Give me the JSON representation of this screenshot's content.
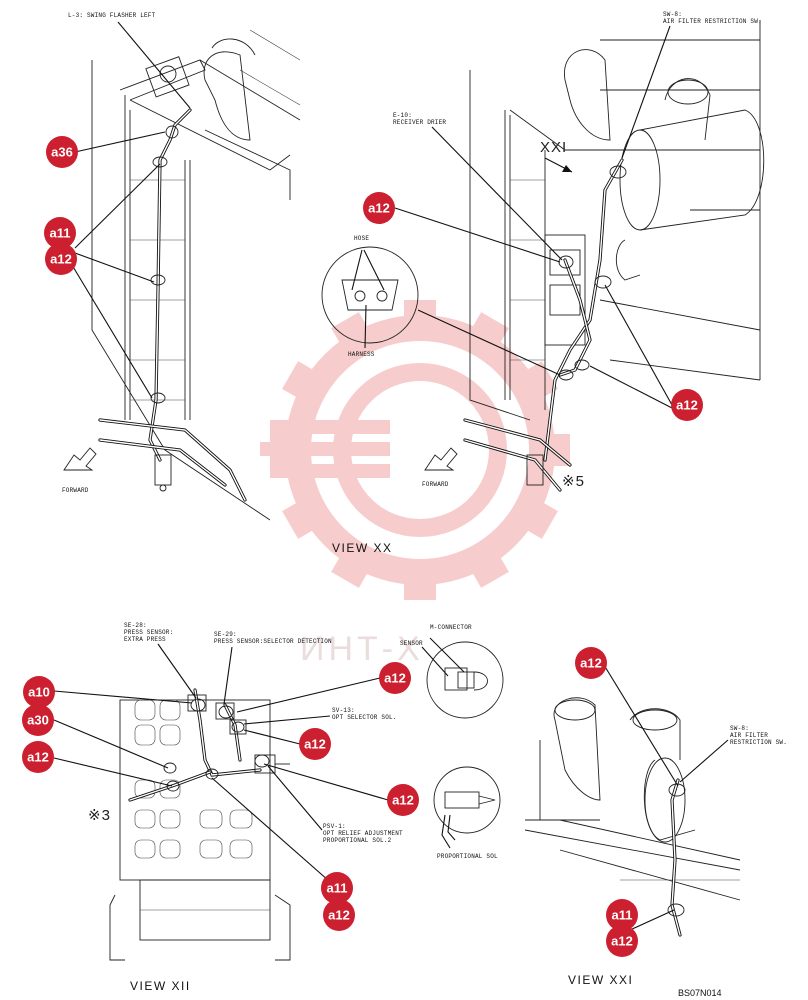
{
  "labels": {
    "l3": "L-3: SWING FLASHER LEFT",
    "sw8_top_1": "SW-8:",
    "sw8_top_2": "AIR FILTER RESTRICTION SW.",
    "e10_1": "E-10:",
    "e10_2": "RECEIVER DRIER",
    "hose": "HOSE",
    "harness": "HARNESS",
    "forward_left": "FORWARD",
    "forward_right": "FORWARD",
    "xxi_arrow": "XXI",
    "x5": "※5",
    "x3": "※3",
    "se28_1": "SE-28:",
    "se28_2": "PRESS SENSOR:",
    "se28_3": "EXTRA PRESS",
    "se29_1": "SE-29:",
    "se29_2": "PRESS SENSOR:SELECTOR DETECTION",
    "sv13_1": "SV-13:",
    "sv13_2": "OPT SELECTOR SOL.",
    "psv1_1": "PSV-1:",
    "psv1_2": "OPT RELIEF ADJUSTMENT",
    "psv1_3": "PROPORTIONAL SOL.2",
    "mconnector": "M-CONNECTOR",
    "sensor": "SENSOR",
    "propsol": "PROPORTIONAL SOL",
    "sw8_bot_1": "SW-8:",
    "sw8_bot_2": "AIR FILTER",
    "sw8_bot_3": "RESTRICTION SW."
  },
  "views": {
    "xx": "VIEW XX",
    "xii": "VIEW XII",
    "xxi": "VIEW XXI"
  },
  "watermark": "ИНТ-Х",
  "drawing_code": "BS07N014",
  "badges": [
    {
      "name": "badge-a36",
      "text": "a36"
    },
    {
      "name": "badge-a11-left",
      "text": "a11"
    },
    {
      "name": "badge-a12-left",
      "text": "a12"
    },
    {
      "name": "badge-a12-e10",
      "text": "a12"
    },
    {
      "name": "badge-a12-right",
      "text": "a12"
    },
    {
      "name": "badge-a12-se29",
      "text": "a12"
    },
    {
      "name": "badge-a10",
      "text": "a10"
    },
    {
      "name": "badge-a30",
      "text": "a30"
    },
    {
      "name": "badge-a12-valve-left",
      "text": "a12"
    },
    {
      "name": "badge-a12-sv13",
      "text": "a12"
    },
    {
      "name": "badge-a12-psv1",
      "text": "a12"
    },
    {
      "name": "badge-a11-bottom",
      "text": "a11"
    },
    {
      "name": "badge-a12-bottom",
      "text": "a12"
    },
    {
      "name": "badge-a12-xxi-top",
      "text": "a12"
    },
    {
      "name": "badge-a11-xxi",
      "text": "a11"
    },
    {
      "name": "badge-a12-xxi",
      "text": "a12"
    }
  ],
  "colors": {
    "badge": "#cc1f2f",
    "watermark": "#f2a3a3"
  }
}
